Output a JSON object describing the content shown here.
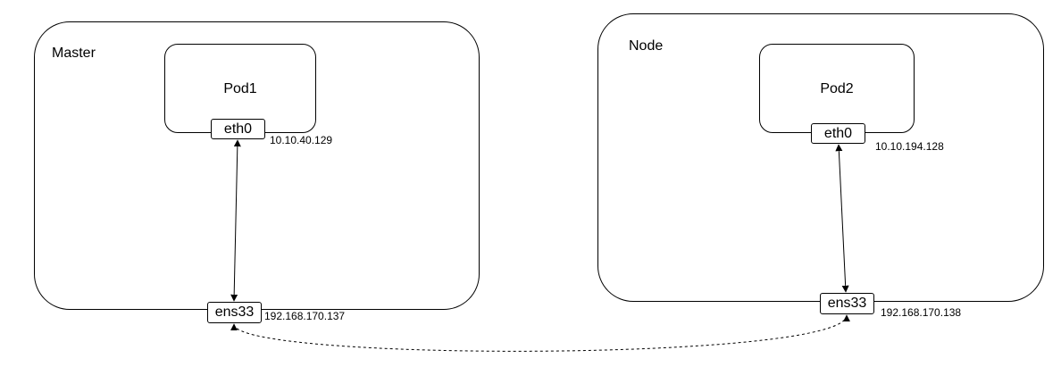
{
  "master": {
    "label": "Master",
    "pod": {
      "label": "Pod1",
      "iface": "eth0",
      "ip": "10.10.40.129"
    },
    "iface": "ens33",
    "ip": "192.168.170.137"
  },
  "node": {
    "label": "Node",
    "pod": {
      "label": "Pod2",
      "iface": "eth0",
      "ip": "10.10.194.128"
    },
    "iface": "ens33",
    "ip": "192.168.170.138"
  },
  "links": [
    {
      "from": "master.pod.iface",
      "to": "master.iface",
      "style": "solid"
    },
    {
      "from": "node.pod.iface",
      "to": "node.iface",
      "style": "solid"
    },
    {
      "from": "master.iface",
      "to": "node.iface",
      "style": "dashed"
    }
  ],
  "colors": {
    "stroke": "#000000",
    "background": "#ffffff"
  }
}
